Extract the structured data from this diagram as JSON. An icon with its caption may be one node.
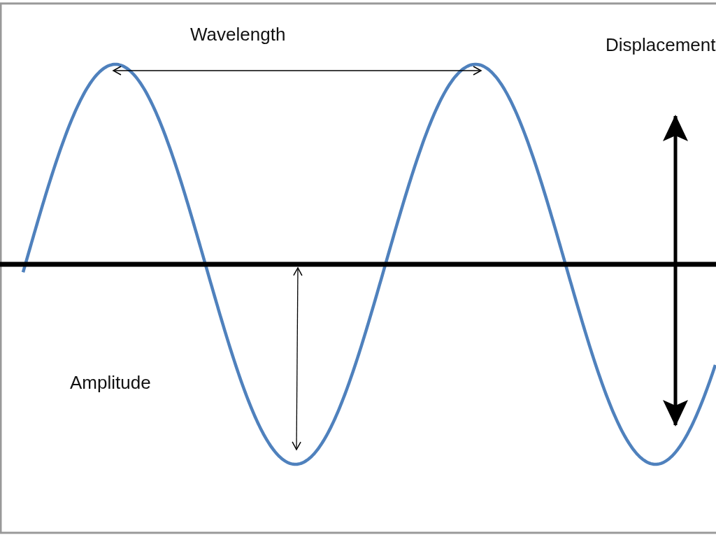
{
  "diagram": {
    "labels": [
      "Wavelength",
      "Displacement",
      "Amplitude"
    ]
  }
}
